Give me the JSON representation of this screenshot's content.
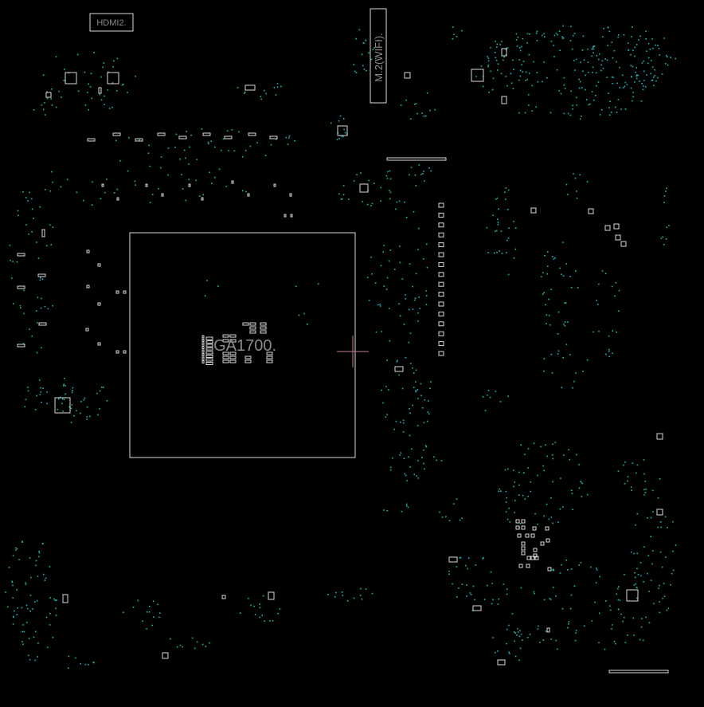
{
  "labels": {
    "hdmi": "HDMI2.",
    "m2": "M.2(WIFI).",
    "socket": "LGA1700."
  },
  "colors": {
    "background": "#000000",
    "outline": "#d9d9d9",
    "via": "#1fb5b5",
    "crosshair": "#c77a94",
    "label_text": "#8a8a8a"
  }
}
